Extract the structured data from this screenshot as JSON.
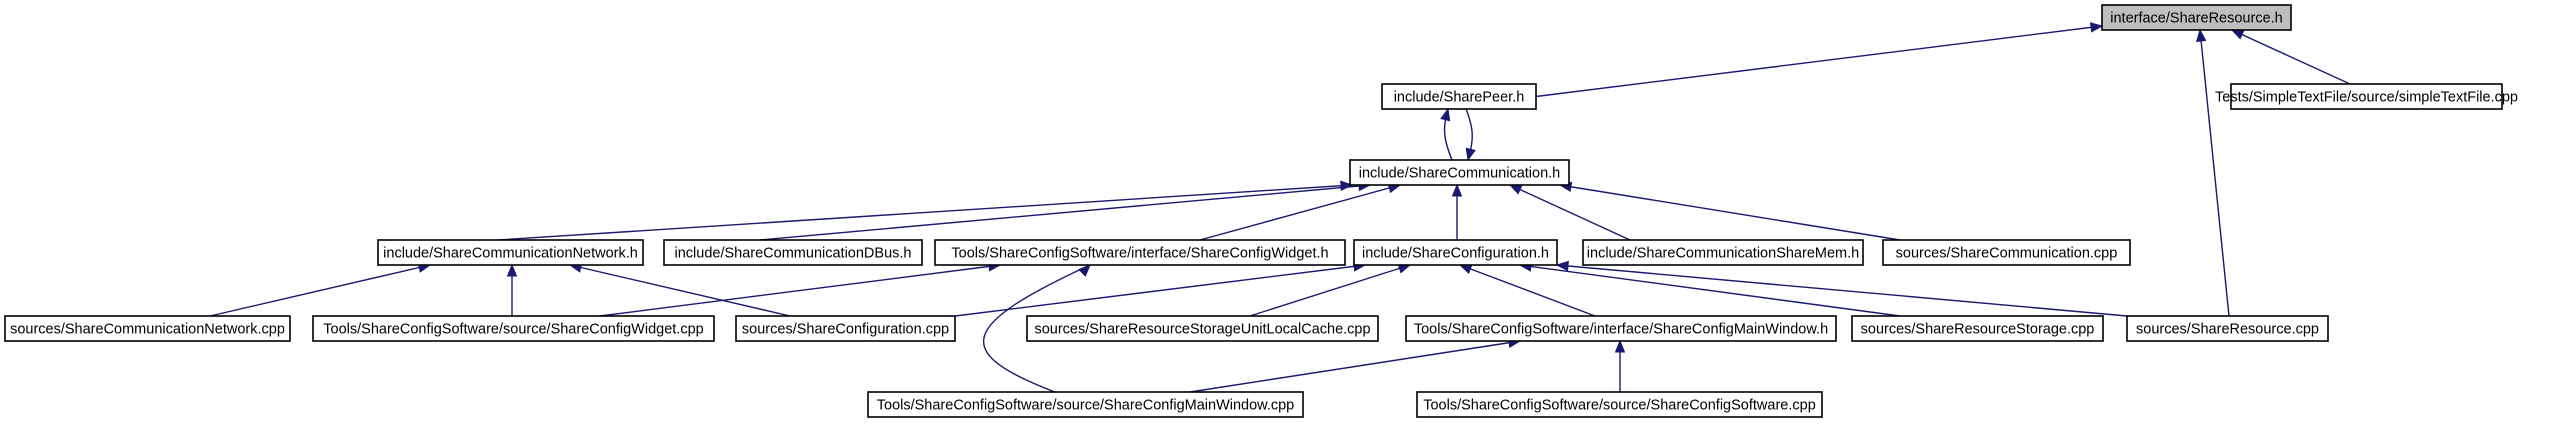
{
  "colors": {
    "edge": "#191970",
    "root_fill": "#bfbfbf",
    "node_fill": "#ffffff",
    "border": "#000000"
  },
  "nodes": [
    {
      "id": "n_iface_share_resource",
      "label": "interface/ShareResource.h",
      "root": true
    },
    {
      "id": "n_share_peer",
      "label": "include/SharePeer.h"
    },
    {
      "id": "n_simple_text_file",
      "label": "Tests/SimpleTextFile/source/simpleTextFile.cpp"
    },
    {
      "id": "n_share_communication",
      "label": "include/ShareCommunication.h"
    },
    {
      "id": "n_comm_network_h",
      "label": "include/ShareCommunicationNetwork.h"
    },
    {
      "id": "n_comm_dbus_h",
      "label": "include/ShareCommunicationDBus.h"
    },
    {
      "id": "n_config_widget_h",
      "label": "Tools/ShareConfigSoftware/interface/ShareConfigWidget.h"
    },
    {
      "id": "n_share_configuration_h",
      "label": "include/ShareConfiguration.h"
    },
    {
      "id": "n_comm_sharemem_h",
      "label": "include/ShareCommunicationShareMem.h"
    },
    {
      "id": "n_share_communication_cpp",
      "label": "sources/ShareCommunication.cpp"
    },
    {
      "id": "n_comm_network_cpp",
      "label": "sources/ShareCommunicationNetwork.cpp"
    },
    {
      "id": "n_config_widget_cpp",
      "label": "Tools/ShareConfigSoftware/source/ShareConfigWidget.cpp"
    },
    {
      "id": "n_share_configuration_cpp",
      "label": "sources/ShareConfiguration.cpp"
    },
    {
      "id": "n_local_cache_cpp",
      "label": "sources/ShareResourceStorageUnitLocalCache.cpp"
    },
    {
      "id": "n_config_main_window_h",
      "label": "Tools/ShareConfigSoftware/interface/ShareConfigMainWindow.h"
    },
    {
      "id": "n_resource_storage_cpp",
      "label": "sources/ShareResourceStorage.cpp"
    },
    {
      "id": "n_share_resource_cpp",
      "label": "sources/ShareResource.cpp"
    },
    {
      "id": "n_config_main_window_cpp",
      "label": "Tools/ShareConfigSoftware/source/ShareConfigMainWindow.cpp"
    },
    {
      "id": "n_config_software_cpp",
      "label": "Tools/ShareConfigSoftware/source/ShareConfigSoftware.cpp"
    }
  ],
  "edges": [
    {
      "from": "n_share_peer",
      "to": "n_iface_share_resource"
    },
    {
      "from": "n_simple_text_file",
      "to": "n_iface_share_resource"
    },
    {
      "from": "n_share_resource_cpp",
      "to": "n_iface_share_resource"
    },
    {
      "from": "n_share_communication",
      "to": "n_share_peer"
    },
    {
      "from": "n_share_peer",
      "to": "n_share_communication"
    },
    {
      "from": "n_comm_network_h",
      "to": "n_share_communication"
    },
    {
      "from": "n_comm_dbus_h",
      "to": "n_share_communication"
    },
    {
      "from": "n_config_widget_h",
      "to": "n_share_communication"
    },
    {
      "from": "n_share_configuration_h",
      "to": "n_share_communication"
    },
    {
      "from": "n_comm_sharemem_h",
      "to": "n_share_communication"
    },
    {
      "from": "n_share_communication_cpp",
      "to": "n_share_communication"
    },
    {
      "from": "n_comm_network_cpp",
      "to": "n_comm_network_h"
    },
    {
      "from": "n_config_widget_cpp",
      "to": "n_comm_network_h"
    },
    {
      "from": "n_share_configuration_cpp",
      "to": "n_comm_network_h"
    },
    {
      "from": "n_config_widget_cpp",
      "to": "n_config_widget_h"
    },
    {
      "from": "n_config_main_window_cpp",
      "to": "n_config_widget_h"
    },
    {
      "from": "n_share_configuration_cpp",
      "to": "n_share_configuration_h"
    },
    {
      "from": "n_local_cache_cpp",
      "to": "n_share_configuration_h"
    },
    {
      "from": "n_config_main_window_h",
      "to": "n_share_configuration_h"
    },
    {
      "from": "n_resource_storage_cpp",
      "to": "n_share_configuration_h"
    },
    {
      "from": "n_share_resource_cpp",
      "to": "n_share_configuration_h"
    },
    {
      "from": "n_config_main_window_cpp",
      "to": "n_config_main_window_h"
    },
    {
      "from": "n_config_software_cpp",
      "to": "n_config_main_window_h"
    }
  ]
}
